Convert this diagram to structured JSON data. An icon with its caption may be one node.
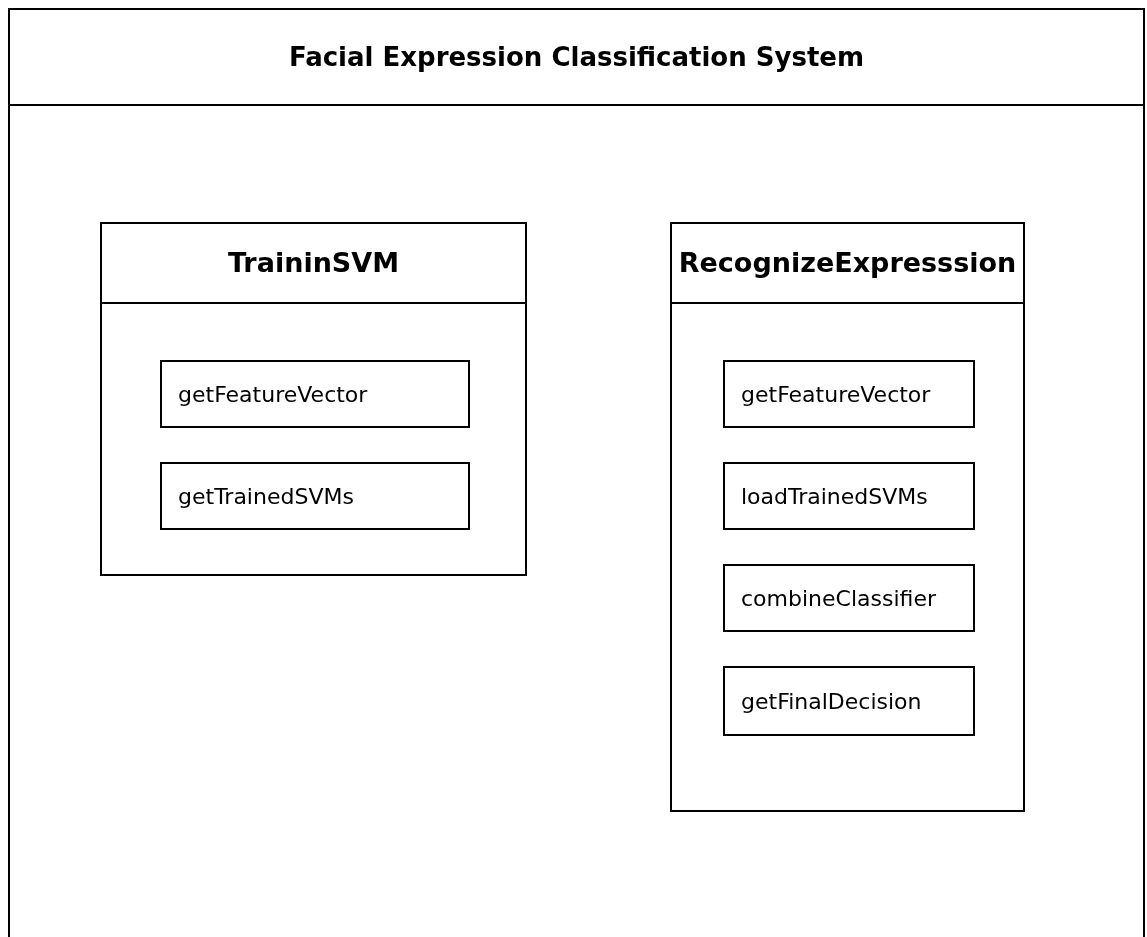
{
  "diagram": {
    "nodes": [
      {
        "text": [
          "Facial Expression Classification System"
        ]
      },
      {
        "text": [
          "TraininSVM"
        ],
        "in": 0
      },
      {
        "text": [
          "getFeatureVector"
        ],
        "in": 1
      },
      {
        "text": [
          "getTrainedSVMs"
        ],
        "in": 1
      },
      {
        "text": [
          "RecognizeExpresssion"
        ],
        "in": 0
      },
      {
        "text": [
          "getFeatureVector"
        ],
        "in": 4
      },
      {
        "text": [
          "loadTrainedSVMs"
        ],
        "in": 4
      },
      {
        "text": [
          "combineClassifier"
        ],
        "in": 4
      },
      {
        "text": [
          "getFinalDecision"
        ],
        "in": 4
      }
    ]
  }
}
